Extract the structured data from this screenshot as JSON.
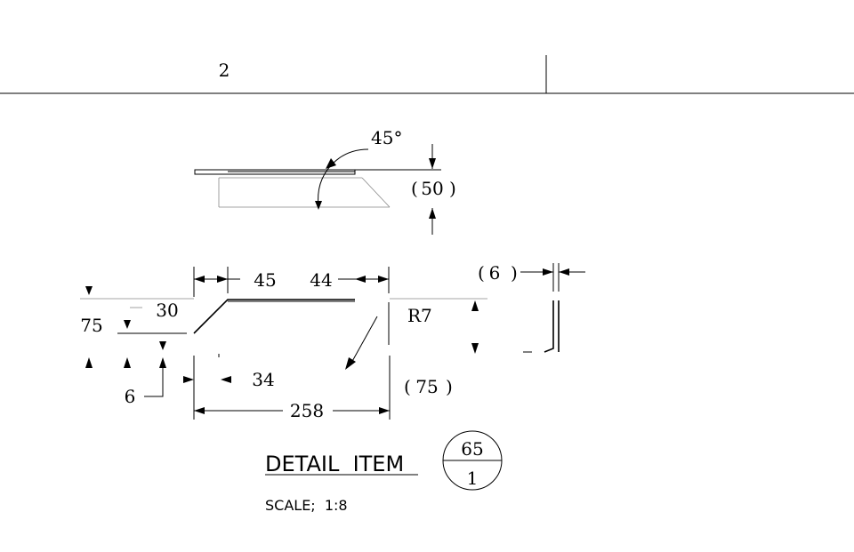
{
  "title_block": {
    "sheet_number": "2"
  },
  "top_view": {
    "angle": "45°",
    "thickness": "50"
  },
  "bottom_view": {
    "dim_45": "45",
    "dim_44": "44",
    "dim_6_top": "6",
    "dim_30": "30",
    "dim_75_left": "75",
    "radius": "R7",
    "dim_34": "34",
    "dim_6_left": "6",
    "dim_75_right": "75",
    "dim_258": "258"
  },
  "detail": {
    "title": "DETAIL  ITEM",
    "item_number": "65",
    "sheet_ref": "1",
    "scale": "SCALE;  1:8"
  }
}
